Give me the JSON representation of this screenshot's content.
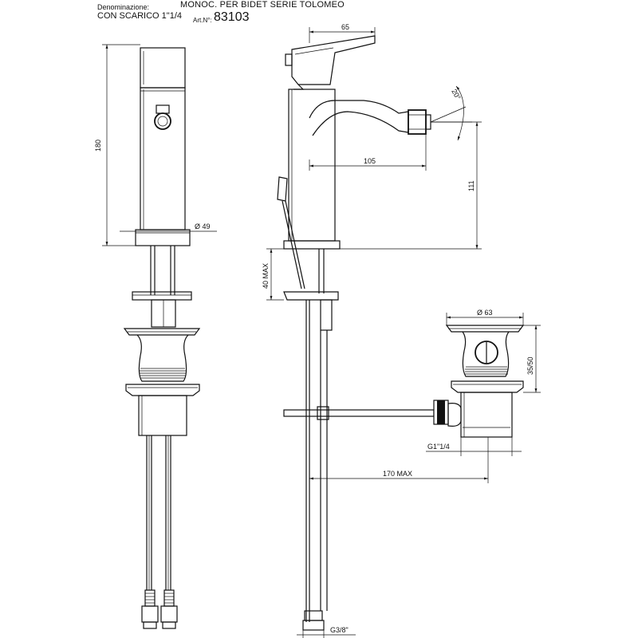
{
  "header": {
    "denomination_label": "Denominazione:",
    "product_name": "MONOC. PER BIDET SERIE TOLOMEO",
    "product_subtitle": "CON SCARICO 1\"1/4",
    "art_label": "Art.N°:",
    "art_number": "83103"
  },
  "dimensions": {
    "height_total": "180",
    "base_diameter": "Ø 49",
    "handle_width": "65",
    "spout_reach": "105",
    "spout_height": "111",
    "spray_angle": "20°",
    "deck_thickness": "40 MAX",
    "waste_diameter": "Ø 63",
    "waste_height": "35/50",
    "waste_thread": "G1\"1/4",
    "rod_length": "170 MAX",
    "supply_thread": "G3/8\""
  }
}
